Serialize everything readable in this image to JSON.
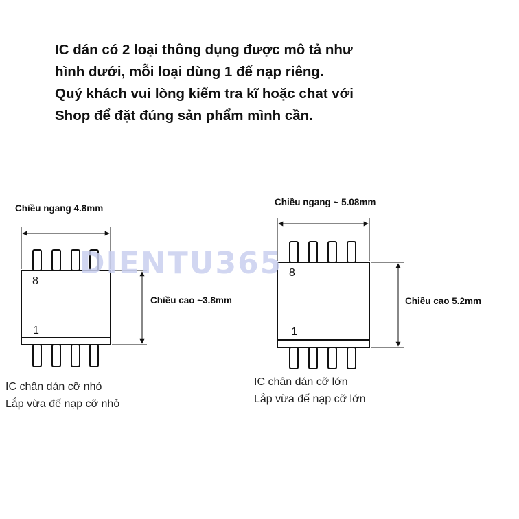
{
  "intro": {
    "lines": [
      "IC dán có 2 loại thông dụng được mô tả như",
      "hình dưới, mỗi loại dùng 1 đế nạp riêng.",
      "Quý khách vui lòng kiểm tra kĩ hoặc chat với",
      "Shop để đặt đúng sản phẩm mình cần."
    ]
  },
  "watermark": "DIENTU365",
  "small_ic": {
    "width_label": "Chiều ngang 4.8mm",
    "height_label": "Chiều cao ~3.8mm",
    "pin_top": "8",
    "pin_bottom": "1",
    "caption_lines": [
      "IC chân dán cỡ nhỏ",
      "Lắp vừa đế nạp cỡ nhỏ"
    ]
  },
  "large_ic": {
    "width_label": "Chiều ngang ~ 5.08mm",
    "height_label": "Chiều cao 5.2mm",
    "pin_top": "8",
    "pin_bottom": "1",
    "caption_lines": [
      "IC chân dán cỡ lớn",
      "Lắp vừa đế nạp cỡ lớn"
    ]
  },
  "colors": {
    "outline": "#111111",
    "watermark": "#c9cfee",
    "text": "#111111"
  }
}
